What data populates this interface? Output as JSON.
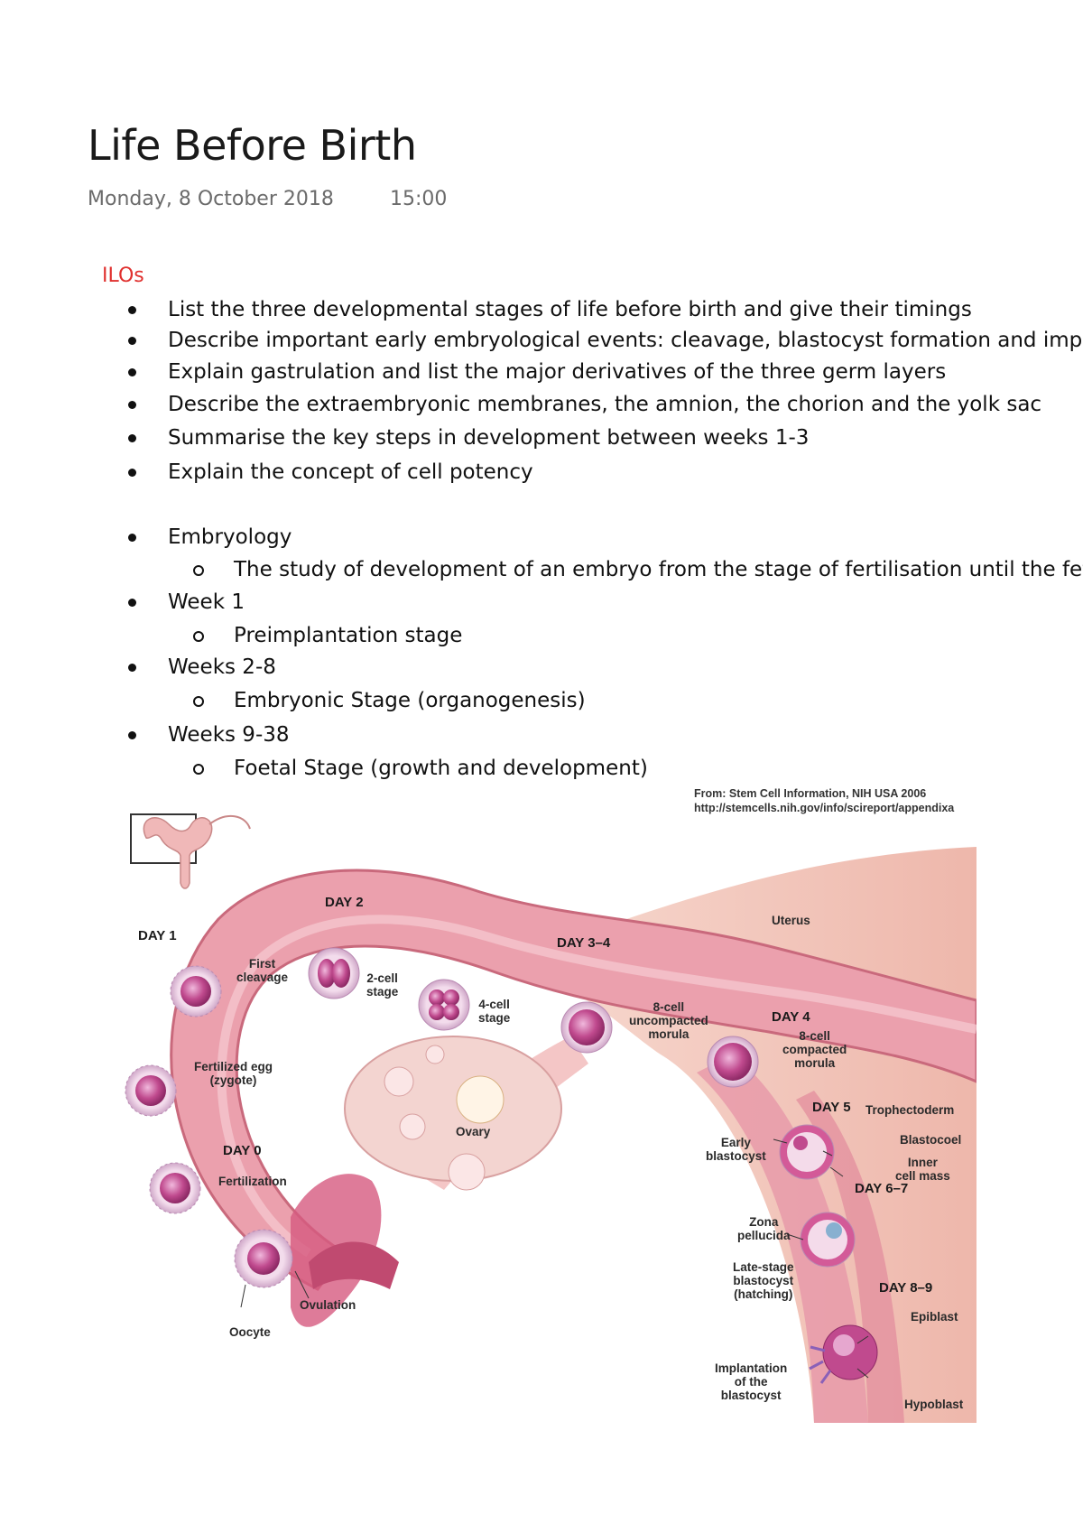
{
  "page": {
    "title": "Life Before Birth",
    "date": "Monday, 8 October 2018",
    "time": "15:00"
  },
  "ilos": {
    "heading": "ILOs",
    "items": [
      "List the three developmental stages of life before birth and give their timings",
      "Describe important early embryological events: cleavage, blastocyst formation and implantation",
      "Explain gastrulation and list the major derivatives of the three germ layers",
      "Describe the extraembryonic membranes, the amnion, the chorion and the yolk sac",
      "Summarise the key steps in development between weeks 1-3",
      "Explain the concept of cell potency"
    ]
  },
  "notes": [
    {
      "text": "Embryology",
      "sub": "The study of development of an embryo from the stage of fertilisation until the fetal stage"
    },
    {
      "text": "Week 1",
      "sub": "Preimplantation stage"
    },
    {
      "text": "Weeks 2-8",
      "sub": "Embryonic Stage (organogenesis)"
    },
    {
      "text": "Weeks 9-38",
      "sub": "Foetal Stage (growth and development)"
    }
  ],
  "figure": {
    "source_line1": "From: Stem Cell Information, NIH USA 2006",
    "source_line2": "http://stemcells.nih.gov/info/scireport/appendixa",
    "days": {
      "day0": "DAY 0",
      "day1": "DAY 1",
      "day2": "DAY 2",
      "day34": "DAY 3–4",
      "day4": "DAY 4",
      "day5": "DAY 5",
      "day67": "DAY 6–7",
      "day89": "DAY 8–9"
    },
    "labels": {
      "uterus": "Uterus",
      "first_cleavage": "First\ncleavage",
      "two_cell": "2-cell\nstage",
      "four_cell": "4-cell\nstage",
      "eight_cell_uncompacted": "8-cell\nuncompacted\nmorula",
      "eight_cell_compacted": "8-cell\ncompacted\nmorula",
      "fertilized_egg": "Fertilized egg\n(zygote)",
      "ovary": "Ovary",
      "fertilization": "Fertilization",
      "ovulation": "Ovulation",
      "oocyte": "Oocyte",
      "early_blastocyst": "Early\nblastocyst",
      "trophectoderm": "Trophectoderm",
      "blastocoel": "Blastocoel",
      "inner_cell_mass": "Inner\ncell mass",
      "zona_pellucida": "Zona\npellucida",
      "late_stage_blastocyst": "Late-stage\nblastocyst\n(hatching)",
      "implantation": "Implantation\nof the\nblastocyst",
      "epiblast": "Epiblast",
      "hypoblast": "Hypoblast"
    },
    "colors": {
      "tube": "#e69aa6",
      "tube_dark": "#c9697c",
      "uterus": "#f1c3b8",
      "cell": "#c04a8e",
      "cell_light": "#e6a7cf"
    }
  }
}
